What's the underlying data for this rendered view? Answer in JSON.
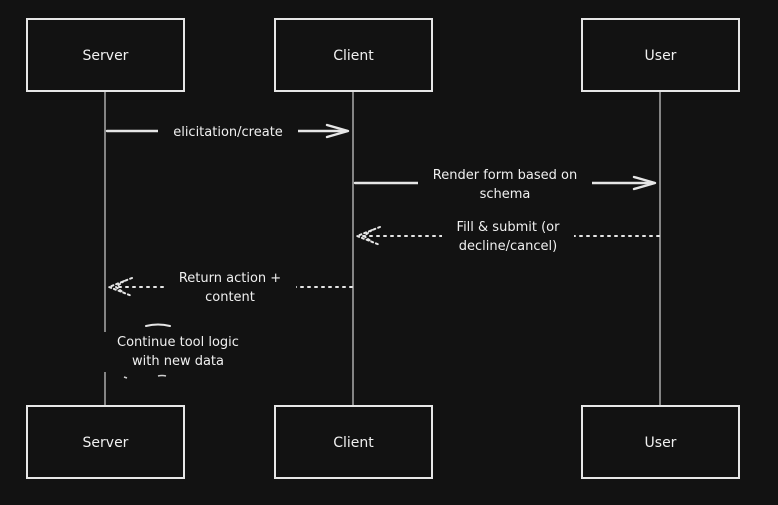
{
  "actors": [
    {
      "id": "server",
      "label": "Server"
    },
    {
      "id": "client",
      "label": "Client"
    },
    {
      "id": "user",
      "label": "User"
    }
  ],
  "messages": [
    {
      "from": "server",
      "to": "client",
      "style": "solid",
      "lines": [
        "elicitation/create"
      ]
    },
    {
      "from": "client",
      "to": "user",
      "style": "solid",
      "lines": [
        "Render form based on",
        "schema"
      ]
    },
    {
      "from": "user",
      "to": "client",
      "style": "dotted",
      "lines": [
        "Fill & submit (or",
        "decline/cancel)"
      ]
    },
    {
      "from": "client",
      "to": "server",
      "style": "dotted",
      "lines": [
        "Return action +",
        "content"
      ]
    }
  ],
  "note": {
    "actor": "server",
    "lines": [
      "Continue tool logic",
      "with new data"
    ]
  },
  "colors": {
    "background": "#121212",
    "stroke": "#e6e6e6",
    "text": "#f0f0f0"
  }
}
